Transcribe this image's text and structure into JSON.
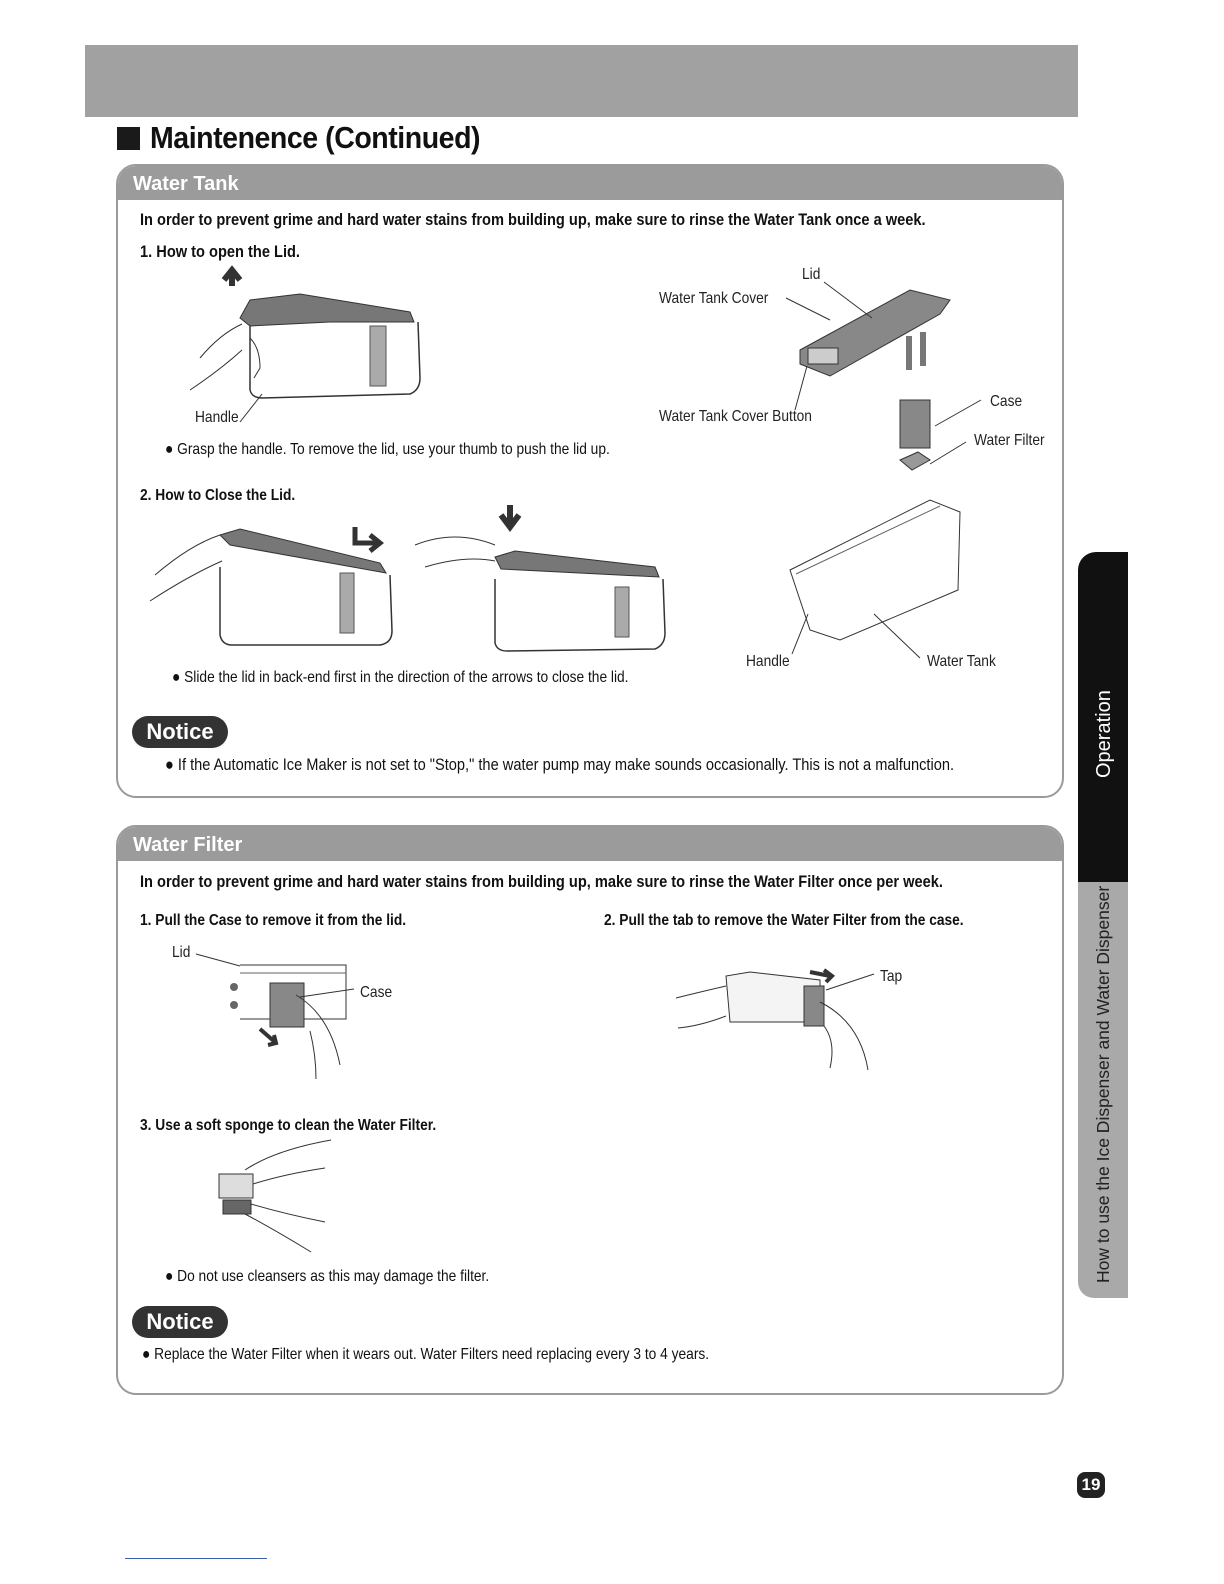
{
  "page": {
    "title": "Maintenence (Continued)",
    "page_number": "19",
    "side_tabs": {
      "active": "Operation",
      "section": "How to use the Ice Dispenser and Water Dispenser"
    }
  },
  "water_tank": {
    "header": "Water Tank",
    "intro": "In order to prevent grime and hard water stains from building up, make sure to rinse the Water Tank once a week.",
    "step1": {
      "heading": "1. How to open the Lid.",
      "handle_label": "Handle",
      "bullet": "● Grasp the handle. To remove the lid, use your thumb to push the lid up."
    },
    "step2": {
      "heading": "2. How to Close the Lid.",
      "bullet": "● Slide the lid in back-end first in the direction of the arrows to close the lid."
    },
    "diagram": {
      "lid": "Lid",
      "cover": "Water Tank Cover",
      "cover_button": "Water Tank Cover Button",
      "case": "Case",
      "filter": "Water Filter",
      "handle": "Handle",
      "tank": "Water Tank"
    },
    "notice_label": "Notice",
    "notice_text": "● If the Automatic Ice Maker is not set to \"Stop,\" the water pump may make sounds occasionally. This is not a malfunction."
  },
  "water_filter": {
    "header": "Water Filter",
    "intro": "In order to prevent grime and hard water stains from building up, make sure to rinse the Water Filter once per week.",
    "step1": {
      "heading": "1. Pull the Case to remove it from the lid.",
      "lid_label": "Lid",
      "case_label": "Case"
    },
    "step2": {
      "heading": "2. Pull the tab to remove the Water Filter from the case.",
      "tap_label": "Tap"
    },
    "step3": {
      "heading": "3. Use a soft sponge to clean the Water Filter.",
      "bullet": "● Do not use cleansers as this may damage the filter."
    },
    "notice_label": "Notice",
    "notice_text": "● Replace the Water Filter when it wears out. Water Filters need replacing every 3 to 4 years."
  }
}
